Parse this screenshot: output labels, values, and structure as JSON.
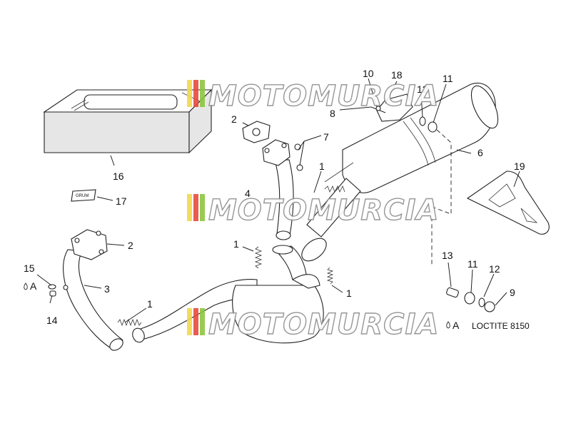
{
  "callouts": {
    "c1": "1",
    "c1b": "1",
    "c1c": "1",
    "c1d": "1",
    "c2": "2",
    "c2b": "2",
    "c3": "3",
    "c4": "4",
    "c6": "6",
    "c7": "7",
    "c8": "8",
    "c9": "9",
    "c10": "10",
    "c11": "11",
    "c11b": "11",
    "c12": "12",
    "c12b": "12",
    "c13": "13",
    "c14": "14",
    "c15": "15",
    "c16": "16",
    "c17": "17",
    "c18": "18",
    "c19": "19"
  },
  "symbols": {
    "loctite_mark_left": "A",
    "loctite_mark_right": "A"
  },
  "note": {
    "loctite": "LOCTITE 8150"
  },
  "watermark": {
    "text": "MOTOMURCIA",
    "colors": [
      "#f2d94c",
      "#e84b3c",
      "#8cc63f"
    ]
  },
  "tag_label": "GRUM"
}
